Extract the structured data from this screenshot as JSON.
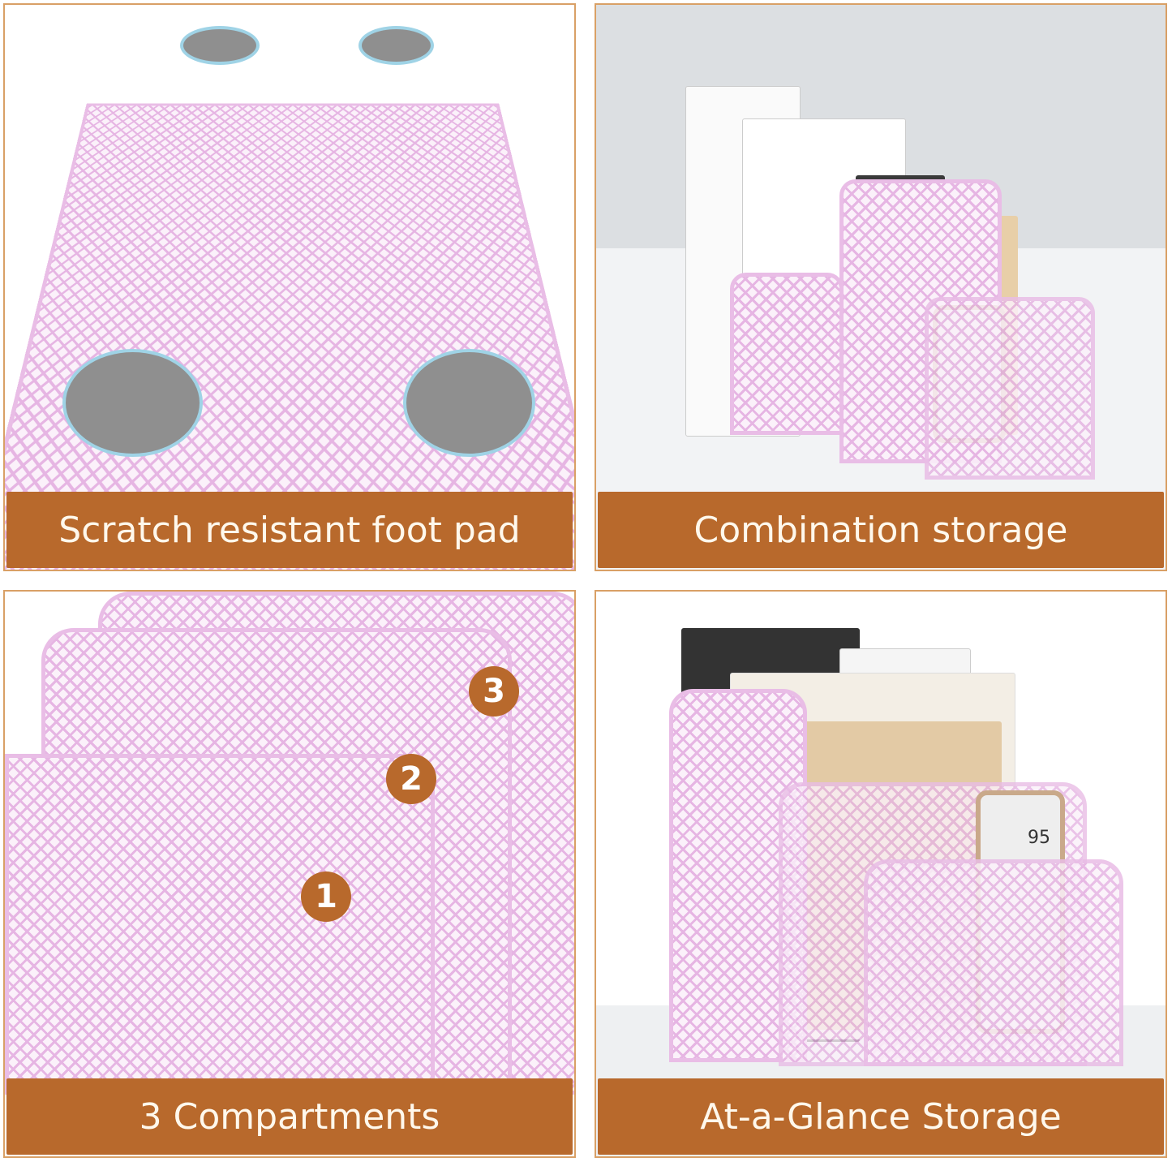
{
  "panels": [
    {
      "caption": "Scratch resistant foot pad"
    },
    {
      "caption": "Combination storage"
    },
    {
      "caption": "3 Compartments",
      "badges": [
        "1",
        "2",
        "3"
      ]
    },
    {
      "caption": "At-a-Glance Storage",
      "calculator_display": "95"
    }
  ],
  "colors": {
    "caption_bg": "#b8692c",
    "mesh_pink": "#e6b5e3",
    "border": "#d9a066"
  }
}
